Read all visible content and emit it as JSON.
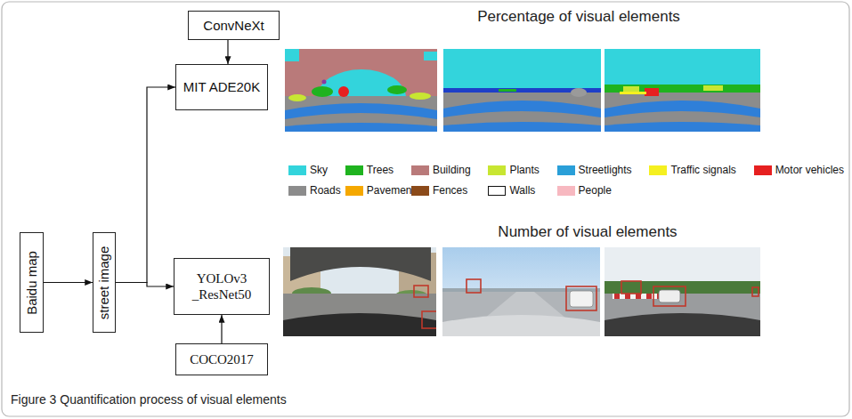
{
  "diagram": {
    "caption": "Figure 3 Quantification process of visual elements",
    "nodes": [
      {
        "text": [
          "Baidu map"
        ]
      },
      {
        "text": [
          "street image"
        ]
      },
      {
        "text": [
          "ConvNeXt"
        ]
      },
      {
        "text": [
          "MIT ADE20K"
        ]
      },
      {
        "text": [
          "YOLOv3 _ResNet50"
        ]
      },
      {
        "text": [
          "COCO2017"
        ]
      }
    ],
    "edges": [
      {
        "from": 0,
        "to": 1,
        "arrow": "to"
      },
      {
        "from": 1,
        "to": 3,
        "arrow": "to"
      },
      {
        "from": 1,
        "to": 4,
        "arrow": "to"
      },
      {
        "from": 2,
        "to": 3,
        "arrow": "to"
      },
      {
        "from": 5,
        "to": 4,
        "arrow": "to"
      }
    ],
    "labels": [
      "Percentage of visual elements",
      "Number of visual elements"
    ],
    "legend": [
      {
        "text": "Sky",
        "color": "#33d4dc"
      },
      {
        "text": "Trees",
        "color": "#1fb31f"
      },
      {
        "text": "Building",
        "color": "#b97a7a"
      },
      {
        "text": "Plants",
        "color": "#c8e632"
      },
      {
        "text": "Streetlights",
        "color": "#2a9fd8"
      },
      {
        "text": "Traffic signals",
        "color": "#f5f020"
      },
      {
        "text": "Motor vehicles",
        "color": "#e62020"
      },
      {
        "text": "Roads",
        "color": "#8c8c8c"
      },
      {
        "text": "Pavement",
        "color": "#f5a800"
      },
      {
        "text": "Fences",
        "color": "#8b4a1a"
      },
      {
        "text": "Walls",
        "color": "#ffffff"
      },
      {
        "text": "People",
        "color": "#f7b8c0"
      }
    ]
  }
}
